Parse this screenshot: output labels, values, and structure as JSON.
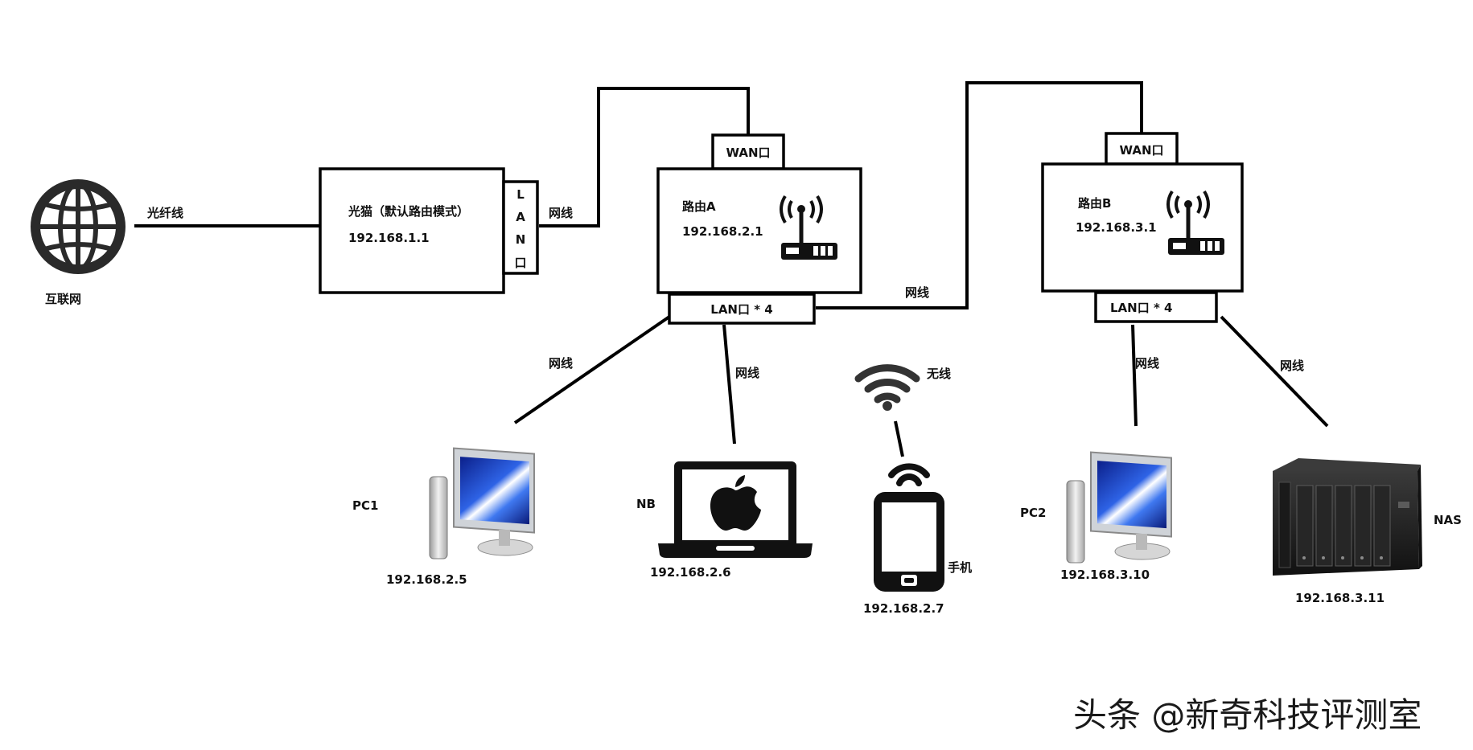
{
  "internet": {
    "label": "互联网"
  },
  "links": {
    "fiber": "光纤线",
    "cable_modem_to_a": "网线",
    "cable_a_to_b": "网线",
    "cable_a_pc1": "网线",
    "cable_a_nb": "网线",
    "wireless": "无线",
    "cable_b_pc2": "网线",
    "cable_b_nas": "网线"
  },
  "modem": {
    "title": "光猫（默认路由模式）",
    "ip": "192.168.1.1",
    "lan_port": [
      "L",
      "A",
      "N",
      "口"
    ]
  },
  "router_a": {
    "title": "路由A",
    "ip": "192.168.2.1",
    "wan": "WAN口",
    "lan": "LAN口 * 4"
  },
  "router_b": {
    "title": "路由B",
    "ip": "192.168.3.1",
    "wan": "WAN口",
    "lan": "LAN口 * 4"
  },
  "devices": {
    "pc1": {
      "name": "PC1",
      "ip": "192.168.2.5"
    },
    "nb": {
      "name": "NB",
      "ip": "192.168.2.6"
    },
    "phone": {
      "name": "手机",
      "ip": "192.168.2.7"
    },
    "pc2": {
      "name": "PC2",
      "ip": "192.168.3.10"
    },
    "nas": {
      "name": "NAS",
      "ip": "192.168.3.11"
    }
  },
  "watermark": "头条 @新奇科技评测室",
  "colors": {
    "line": "#000000",
    "screen_blue": "#1f4fcf",
    "nas_body": "#222222"
  },
  "icons": [
    "globe-icon",
    "router-icon",
    "wifi-icon",
    "pc-icon",
    "laptop-icon",
    "apple-logo-icon",
    "phone-icon",
    "nas-icon"
  ]
}
